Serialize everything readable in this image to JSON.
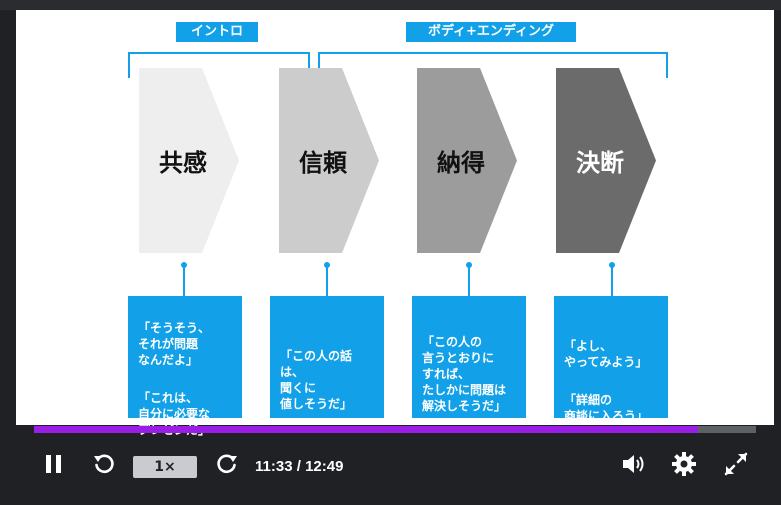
{
  "slide": {
    "brackets": {
      "intro_label": "イントロ",
      "body_label": "ボディ+エンディング"
    },
    "steps": [
      {
        "title": "共感",
        "color": "#eeeeee",
        "text_color": "#111111",
        "quote": "「そうそう、\nそれが問題\nなんだよ」",
        "quote2": "「これは、\n自分に必要な\nプレゼンだ」"
      },
      {
        "title": "信頼",
        "color": "#cccccc",
        "text_color": "#111111",
        "quote": "「この人の話は、\n聞くに\n値しそうだ」",
        "quote2": ""
      },
      {
        "title": "納得",
        "color": "#9c9c9c",
        "text_color": "#111111",
        "quote": "「この人の\n言うとおりに\nすれば、\nたしかに問題は\n解決しそうだ」",
        "quote2": ""
      },
      {
        "title": "決断",
        "color": "#6b6b6b",
        "text_color": "#ffffff",
        "quote": "「よし、\nやってみよう」",
        "quote2": "「詳細の\n商談に入ろう」"
      }
    ],
    "accent_color": "#12a1e8"
  },
  "progress": {
    "played_fraction": 0.9193,
    "fill_color": "#9b1ee6"
  },
  "controls": {
    "play_state_icon": "pause-icon",
    "replay_icon": "replay-icon",
    "speed_label": "1×",
    "forward_icon": "forward-icon",
    "current_time": "11:33",
    "separator": " / ",
    "duration": "12:49",
    "volume_icon": "volume-icon",
    "settings_icon": "gear-icon",
    "fullscreen_icon": "fullscreen-icon"
  }
}
